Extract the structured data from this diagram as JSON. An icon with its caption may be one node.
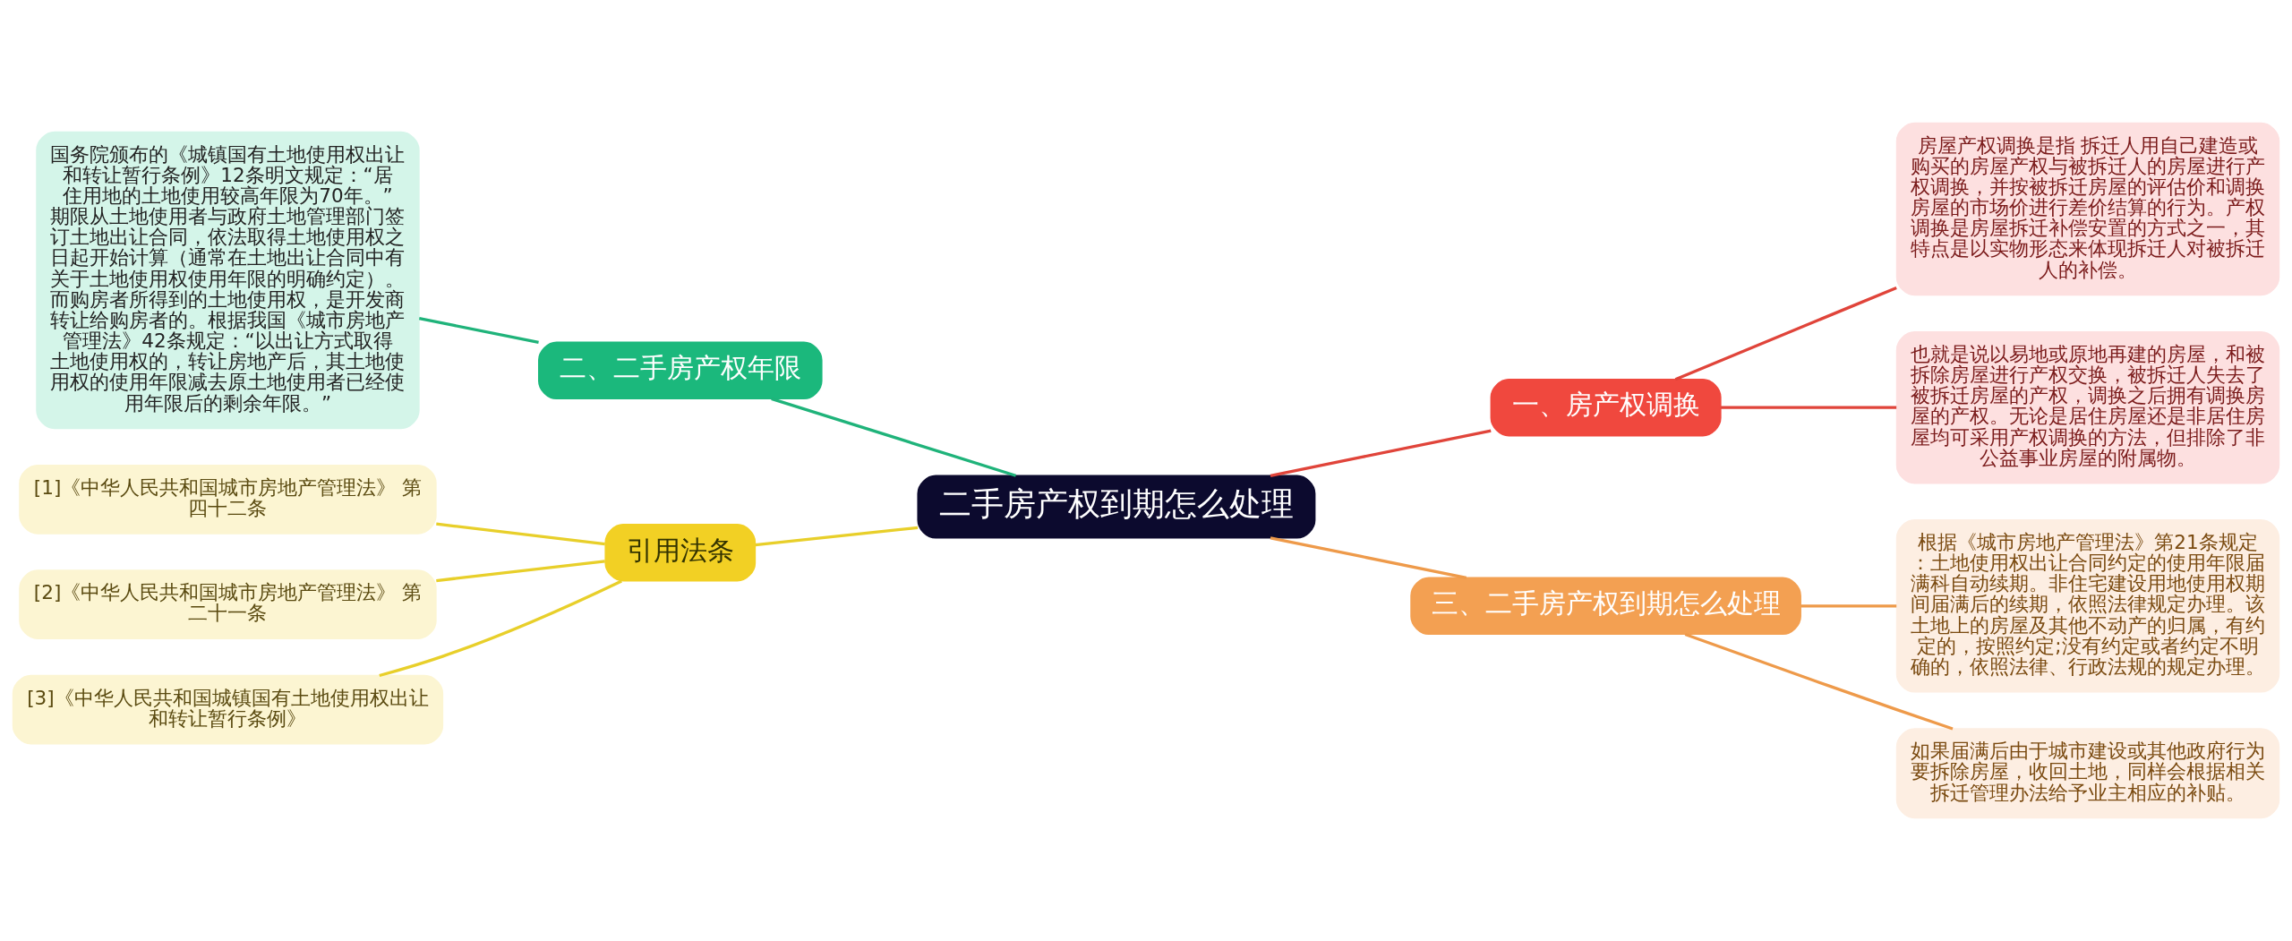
{
  "diagram": {
    "nodes": [
      {
        "text": [
          "二手房产权到期怎么处理"
        ]
      },
      {
        "text": [
          "一、房产权调换"
        ]
      },
      {
        "text": [
          "房屋产权调换是指 拆迁人用自己建造或购买的房屋产权与被拆迁人的房屋进行产权调换，并按被拆迁房屋的评估价和调换房屋的市场价进行差价结算的行为。产权调换是房屋拆迁补偿安置的方式之一，其特点是以实物形态来体现拆迁人对被拆迁人的补偿。"
        ]
      },
      {
        "text": [
          "也就是说以易地或原地再建的房屋，和被拆除房屋进行产权交换，被拆迁人失去了被拆迁房屋的产权，调换之后拥有调换房屋的产权。无论是居住房屋还是非居住房屋均可采用产权调换的方法，但排除了非公益事业房屋的附属物。"
        ]
      },
      {
        "text": [
          "二、二手房产权年限"
        ]
      },
      {
        "text": [
          "国务院颁布的《城镇国有土地使用权出让和转让暂行条例》12条明文规定：“居住用地的土地使用较高年限为70年。”期限从土地使用者与政府土地管理部门签订土地出让合同，依法取得土地使用权之日起开始计算（通常在土地出让合同中有关于土地使用权使用年限的明确约定）。而购房者所得到的土地使用权，是开发商转让给购房者的。根据我国《城市房地产管理法》42条规定：“以出让方式取得土地使用权的，转让房地产后，其土地使用权的使用年限减去原土地使用者已经使用年限后的剩余年限。”"
        ]
      },
      {
        "text": [
          "三、二手房产权到期怎么处理"
        ]
      },
      {
        "text": [
          "根据《城市房地产管理法》第21条规定：土地使用权出让合同约定的使用年限届满科自动续期。非住宅建设用地使用权期间届满后的续期，依照法律规定办理。该土地上的房屋及其他不动产的归属，有约定的，按照约定;没有约定或者约定不明确的，依照法律、行政法规的规定办理。"
        ]
      },
      {
        "text": [
          "如果届满后由于城市建设或其他政府行为要拆除房屋，收回土地，同样会根据相关拆迁管理办法给予业主相应的补贴。"
        ]
      },
      {
        "text": [
          "引用法条"
        ]
      },
      {
        "text": [
          "[1]《中华人民共和国城市房地产管理法》 第四十二条"
        ]
      },
      {
        "text": [
          "[2]《中华人民共和国城市房地产管理法》 第二十一条"
        ]
      },
      {
        "text": [
          "[3]《中华人民共和国城镇国有土地使用权出让和转让暂行条例》"
        ]
      }
    ],
    "edges": [
      {
        "from": 0,
        "to": 1,
        "arrow": "none",
        "color": "#e0443a"
      },
      {
        "from": 1,
        "to": 2,
        "arrow": "none",
        "color": "#e0443a"
      },
      {
        "from": 1,
        "to": 3,
        "arrow": "none",
        "color": "#e0443a"
      },
      {
        "from": 0,
        "to": 4,
        "arrow": "none",
        "color": "#1fb37a"
      },
      {
        "from": 4,
        "to": 5,
        "arrow": "none",
        "color": "#1fb37a"
      },
      {
        "from": 0,
        "to": 6,
        "arrow": "none",
        "color": "#ee9a4a"
      },
      {
        "from": 6,
        "to": 7,
        "arrow": "none",
        "color": "#ee9a4a"
      },
      {
        "from": 6,
        "to": 8,
        "arrow": "none",
        "color": "#ee9a4a"
      },
      {
        "from": 0,
        "to": 9,
        "arrow": "none",
        "color": "#e8cf2a"
      },
      {
        "from": 9,
        "to": 10,
        "arrow": "none",
        "color": "#e8cf2a"
      },
      {
        "from": 9,
        "to": 11,
        "arrow": "none",
        "color": "#e8cf2a"
      },
      {
        "from": 9,
        "to": 12,
        "arrow": "none",
        "color": "#e8cf2a"
      }
    ]
  }
}
